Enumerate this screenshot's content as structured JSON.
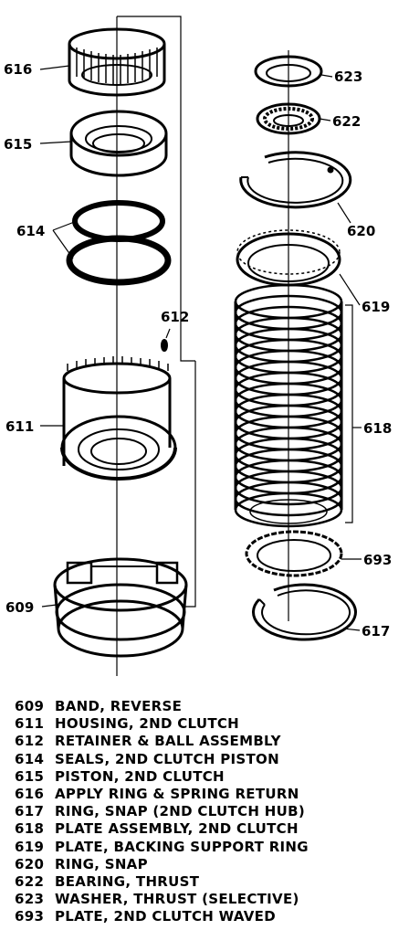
{
  "callouts": {
    "c616": "616",
    "c615": "615",
    "c614": "614",
    "c612": "612",
    "c611": "611",
    "c609": "609",
    "c623": "623",
    "c622": "622",
    "c620": "620",
    "c619": "619",
    "c618": "618",
    "c693": "693",
    "c617": "617"
  },
  "legend": [
    {
      "number": "609",
      "description": "BAND, REVERSE"
    },
    {
      "number": "611",
      "description": "HOUSING, 2ND CLUTCH"
    },
    {
      "number": "612",
      "description": "RETAINER & BALL ASSEMBLY"
    },
    {
      "number": "614",
      "description": "SEALS, 2ND CLUTCH PISTON"
    },
    {
      "number": "615",
      "description": "PISTON, 2ND CLUTCH"
    },
    {
      "number": "616",
      "description": "APPLY RING & SPRING RETURN"
    },
    {
      "number": "617",
      "description": "RING, SNAP (2ND CLUTCH HUB)"
    },
    {
      "number": "618",
      "description": "PLATE ASSEMBLY, 2ND CLUTCH"
    },
    {
      "number": "619",
      "description": "PLATE, BACKING SUPPORT RING"
    },
    {
      "number": "620",
      "description": "RING, SNAP"
    },
    {
      "number": "622",
      "description": "BEARING, THRUST"
    },
    {
      "number": "623",
      "description": "WASHER, THRUST (SELECTIVE)"
    },
    {
      "number": "693",
      "description": "PLATE, 2ND CLUTCH WAVED"
    }
  ]
}
